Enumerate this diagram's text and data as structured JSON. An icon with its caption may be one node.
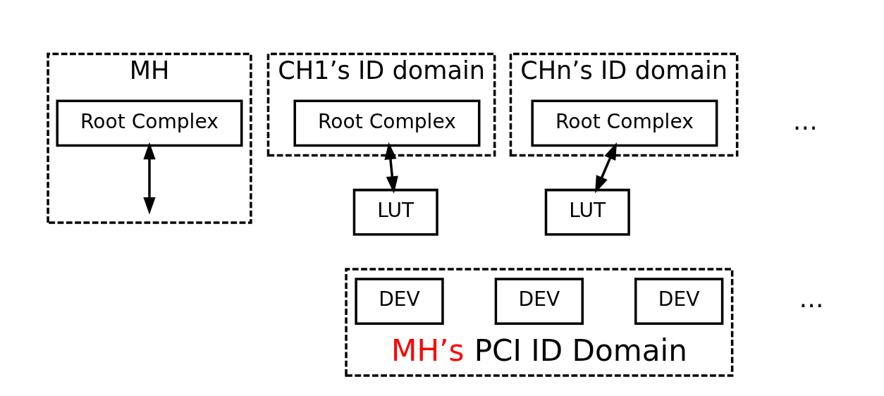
{
  "diagram": {
    "nodes": [
      {
        "text": [
          "MH"
        ]
      },
      {
        "text": [
          "Root Complex"
        ],
        "in": 0
      },
      {
        "text": [
          "CH1’s ID domain"
        ]
      },
      {
        "text": [
          "Root Complex"
        ],
        "in": 2
      },
      {
        "text": [
          "LUT"
        ]
      },
      {
        "text": [
          "CHn’s ID domain"
        ]
      },
      {
        "text": [
          "Root Complex"
        ],
        "in": 5
      },
      {
        "text": [
          "LUT"
        ]
      },
      {
        "text": [
          "MH’s PCI ID Domain"
        ]
      },
      {
        "text": [
          "DEV"
        ],
        "in": 8
      },
      {
        "text": [
          "DEV"
        ],
        "in": 8
      },
      {
        "text": [
          "DEV"
        ],
        "in": 8
      }
    ],
    "edges": [
      {
        "from": 1,
        "to": null,
        "arrow": "both"
      },
      {
        "from": 3,
        "to": 4,
        "arrow": "both"
      },
      {
        "from": 6,
        "to": 7,
        "arrow": "both"
      }
    ],
    "labels": [
      "…",
      "…"
    ]
  }
}
